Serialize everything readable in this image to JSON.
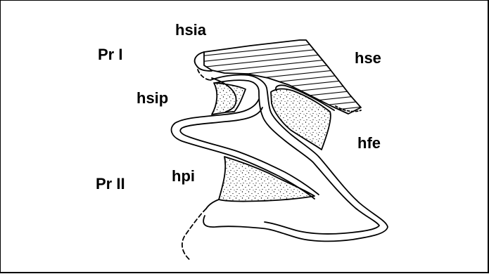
{
  "labels": {
    "hsia": "hsia",
    "pr_i": "Pr I",
    "hse": "hse",
    "hsip": "hsip",
    "hfe": "hfe",
    "hpi": "hpi",
    "pr_ii": "Pr II"
  },
  "colors": {
    "ink": "#000000",
    "background": "#ffffff"
  }
}
